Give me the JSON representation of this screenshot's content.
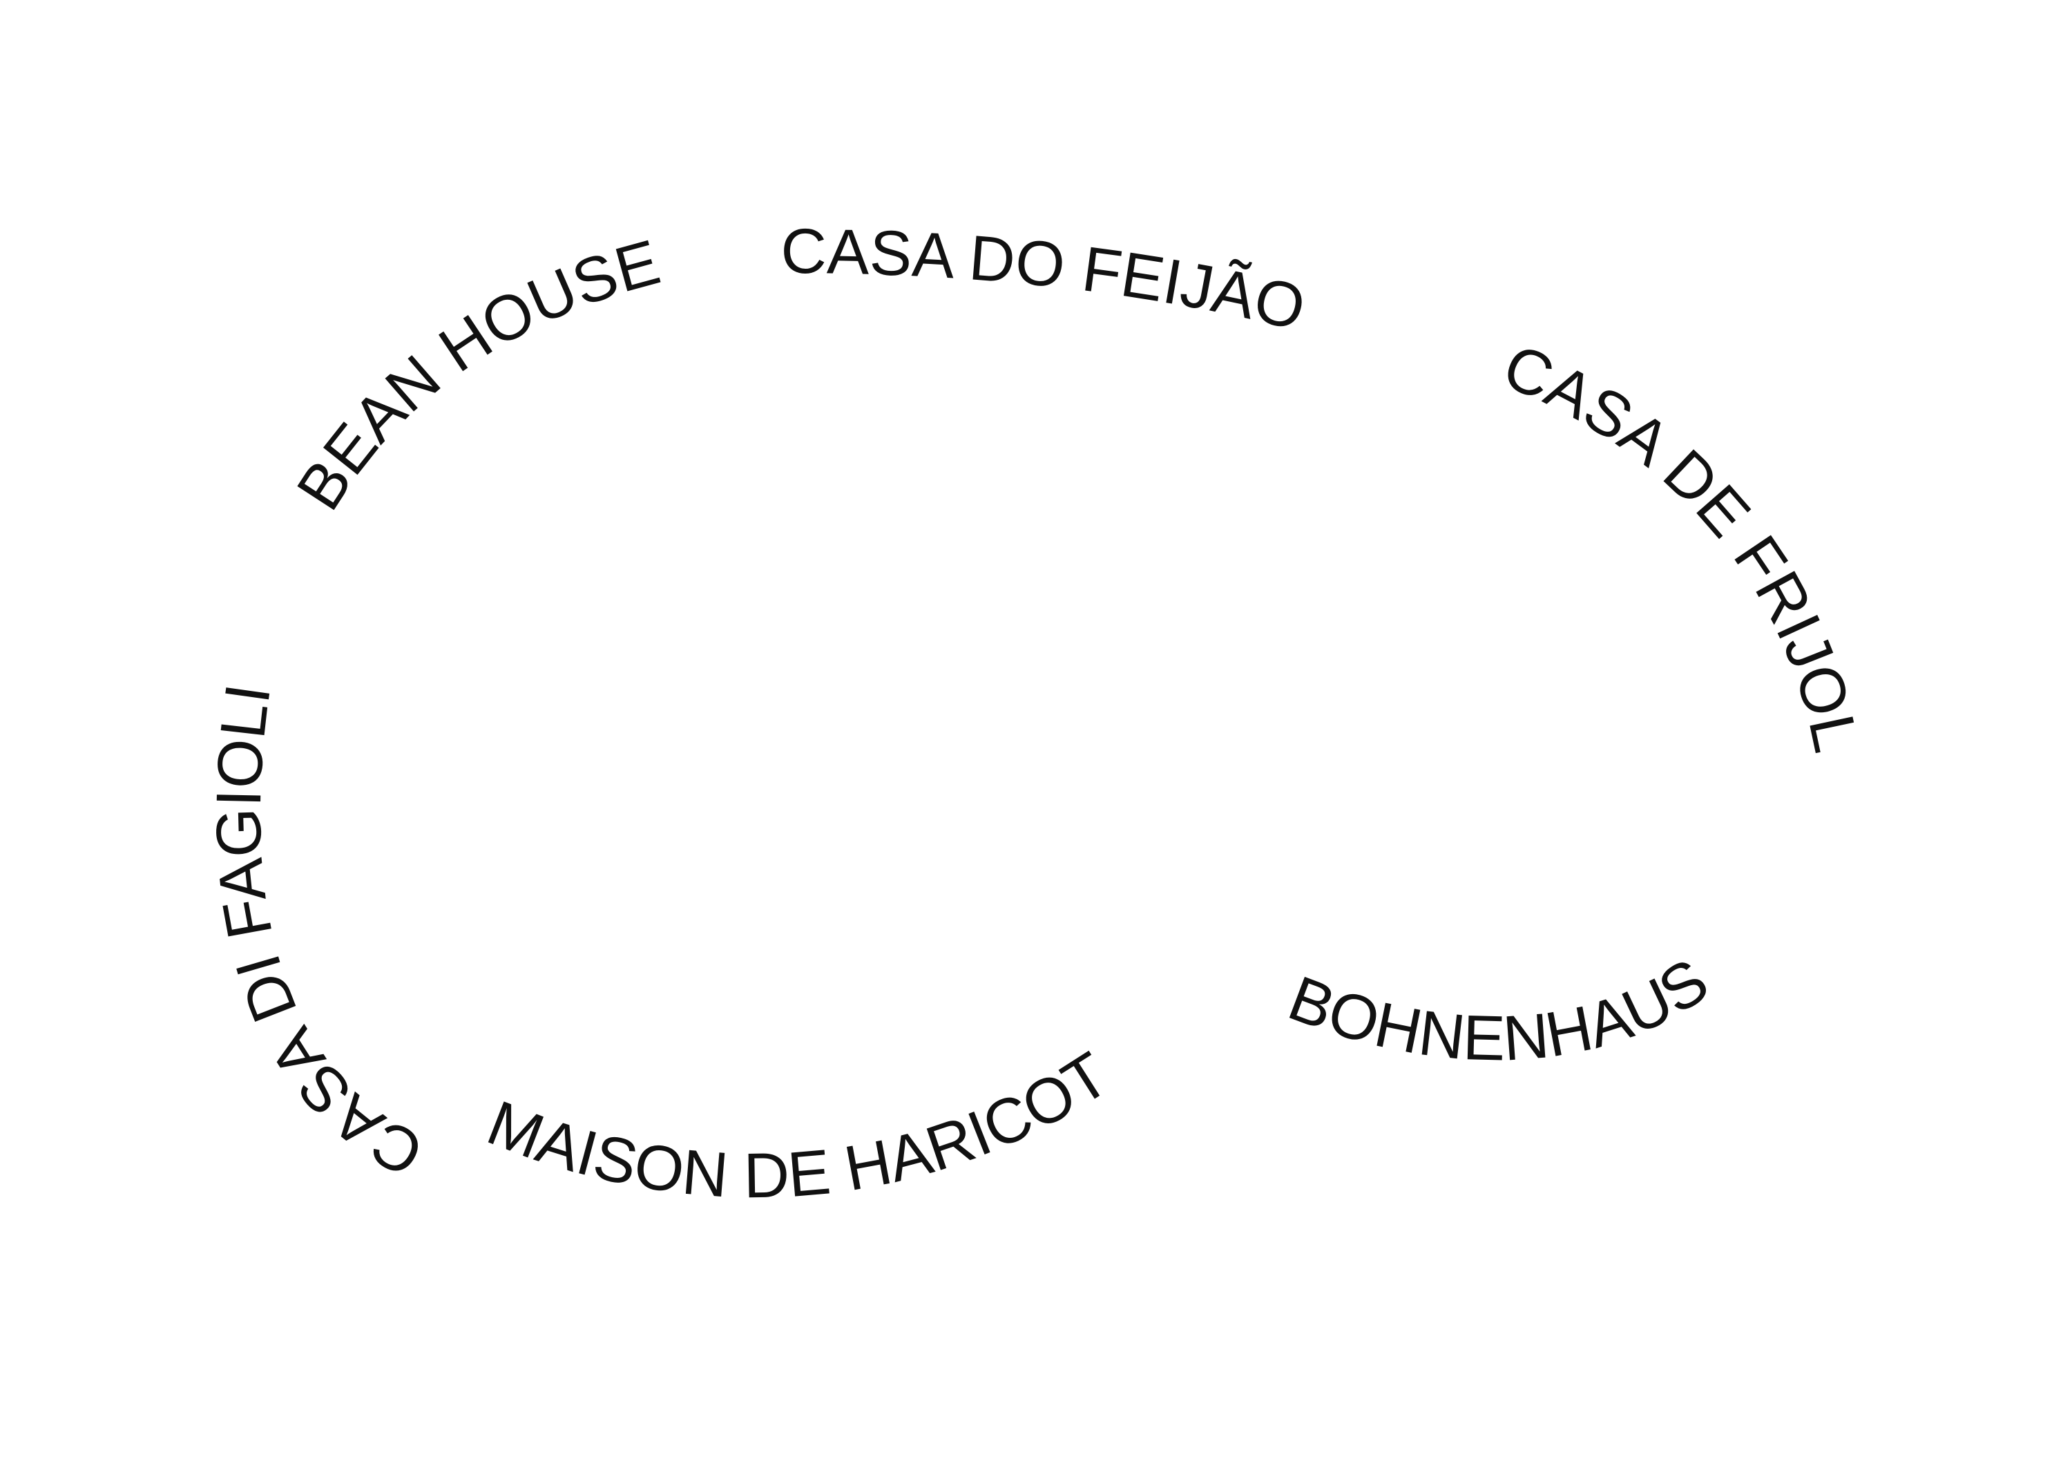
{
  "colors": {
    "background": "#ffffff",
    "text": "#111111"
  },
  "ring": {
    "phrases": [
      "BEAN HOUSE",
      "CASA DO FEIJÃO",
      "CASA DE FRIJOL",
      "BOHNENHAUS",
      "MAISON DE HARICOT",
      "CASA DI FAGIOLI"
    ]
  }
}
